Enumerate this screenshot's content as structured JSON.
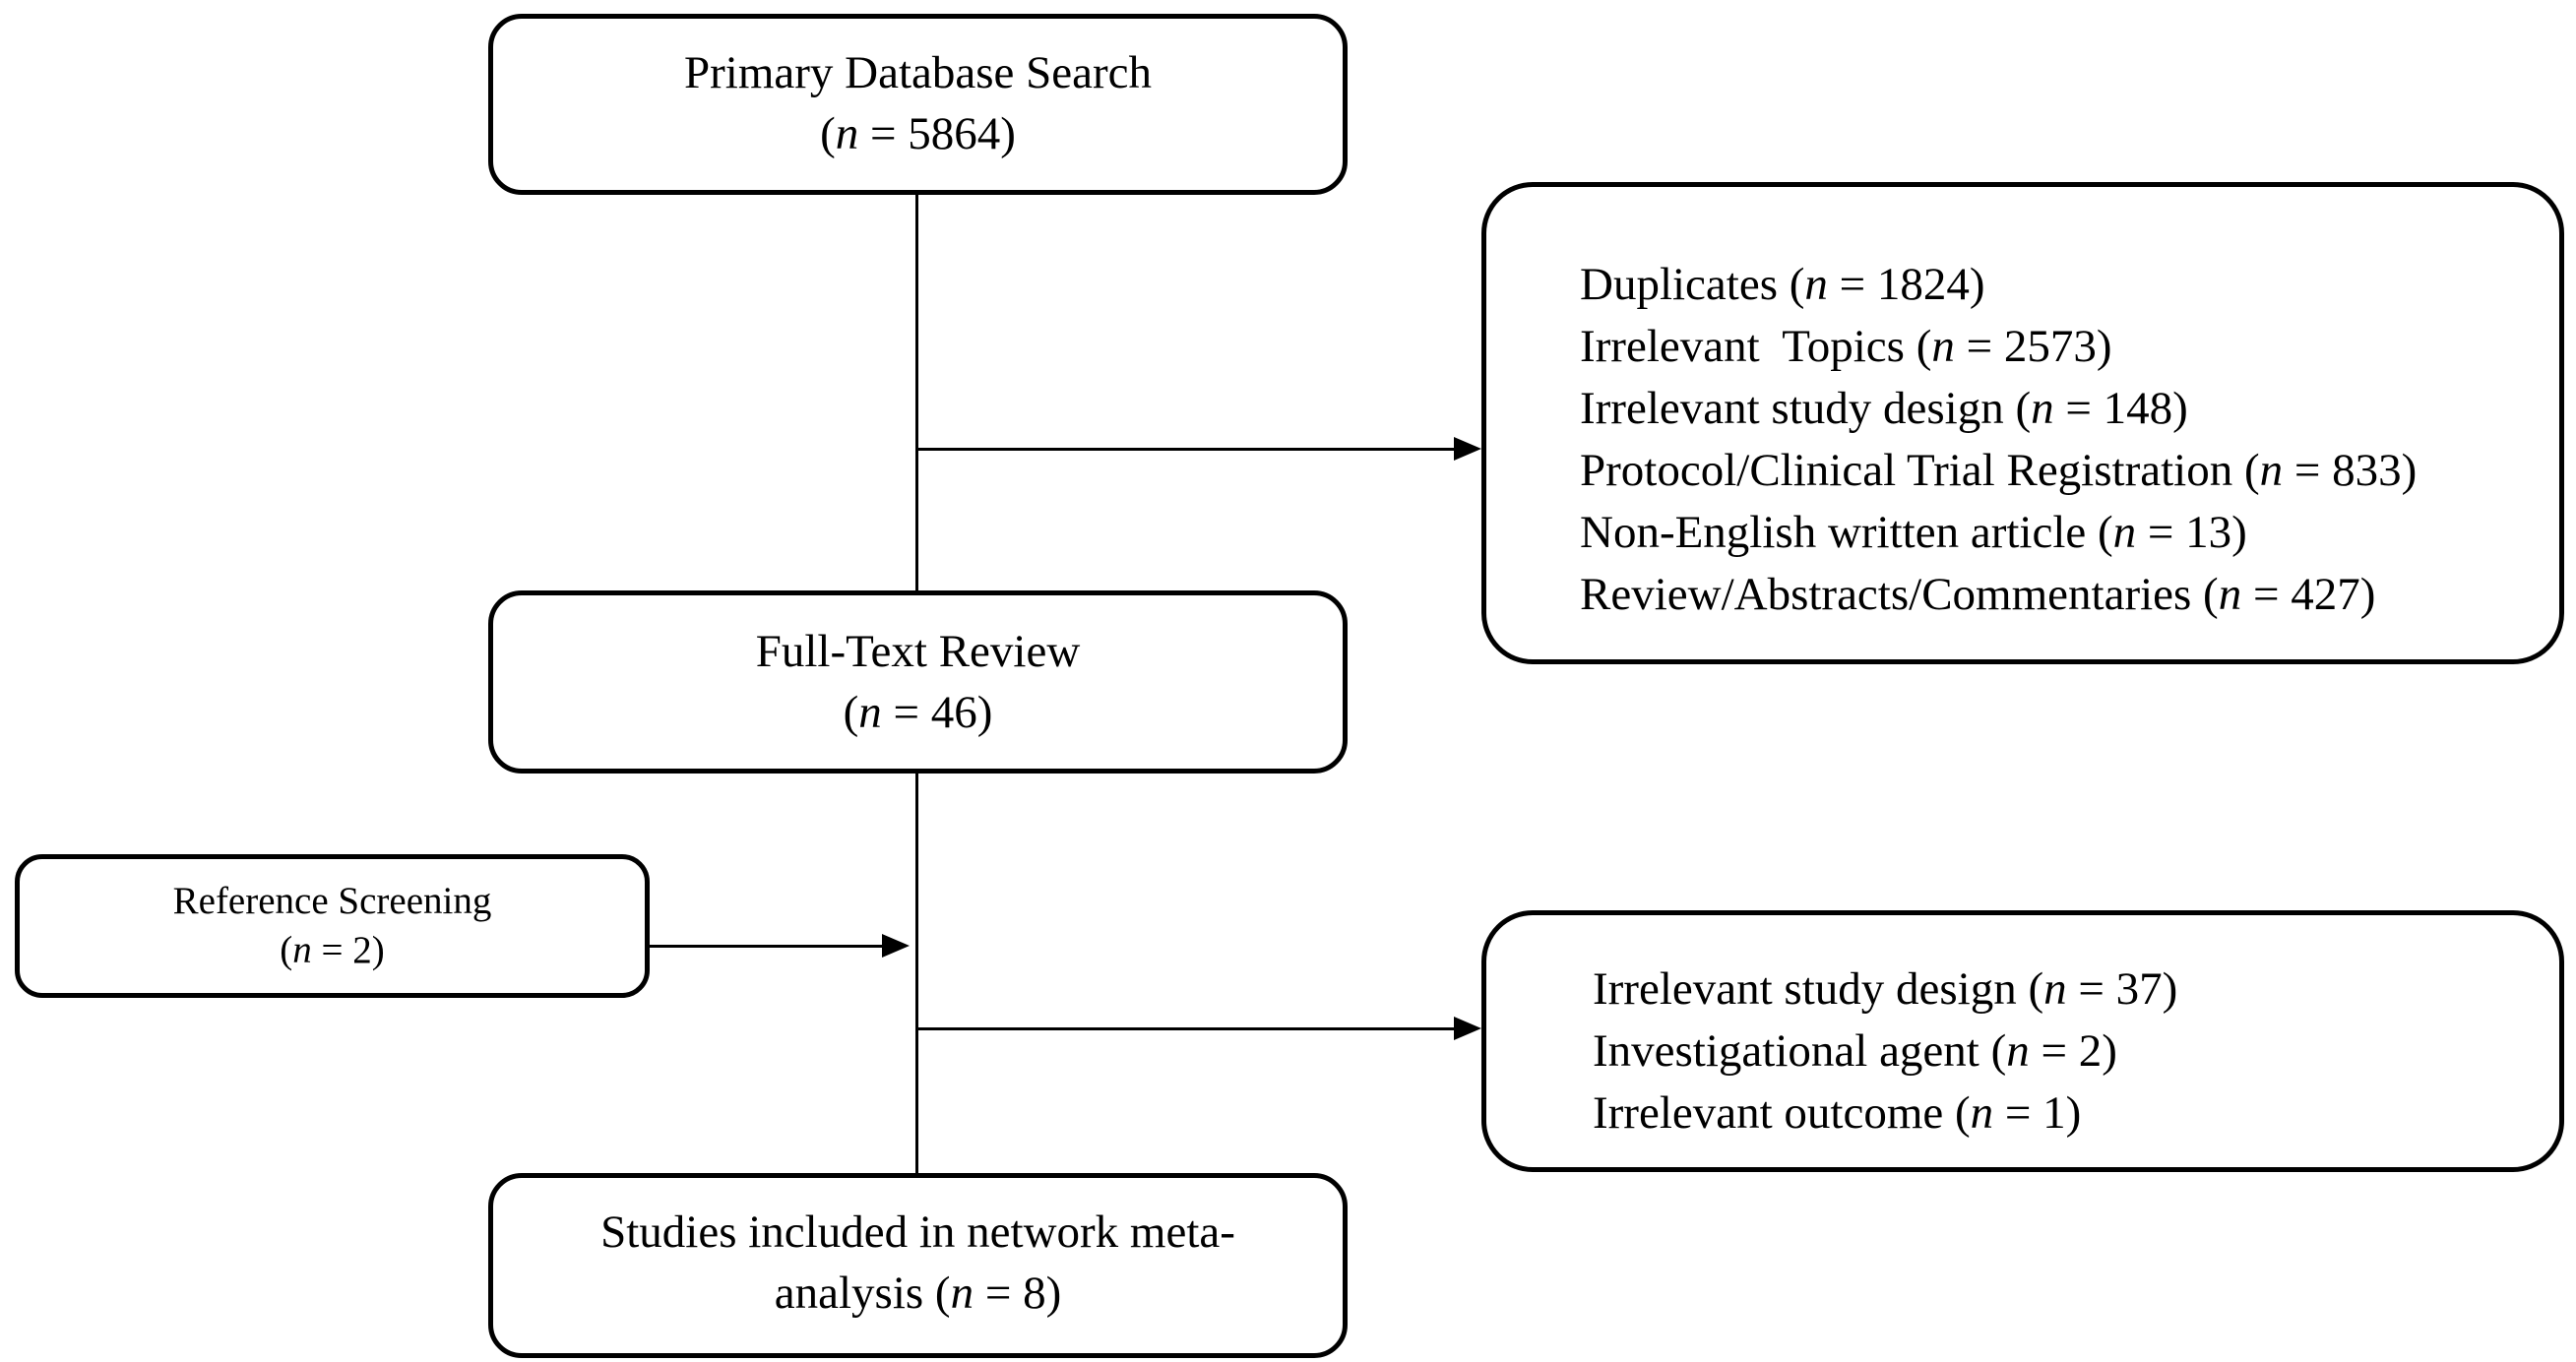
{
  "colors": {
    "background": "#ffffff",
    "line": "#000000",
    "text": "#000000"
  },
  "boxes": {
    "primary_search": {
      "lines": [
        "Primary Database Search",
        "(n = 5864)"
      ]
    },
    "exclusions_screening": {
      "items": [
        "Duplicates (n = 1824)",
        "Irrelevant  Topics (n = 2573)",
        "Irrelevant study design (n = 148)",
        "Protocol/Clinical Trial Registration (n = 833)",
        "Non-English written article (n = 13)",
        "Review/Abstracts/Commentaries (n = 427)"
      ]
    },
    "full_text_review": {
      "lines": [
        "Full-Text Review",
        "(n = 46)"
      ]
    },
    "reference_screening": {
      "lines": [
        "Reference Screening",
        "(n = 2)"
      ]
    },
    "exclusions_full_text": {
      "items": [
        "Irrelevant study design (n = 37)",
        "Investigational agent (n = 2)",
        "Irrelevant outcome (n = 1)"
      ]
    },
    "included_studies": {
      "lines": [
        "Studies included in network meta-",
        "analysis (n = 8)"
      ]
    }
  }
}
